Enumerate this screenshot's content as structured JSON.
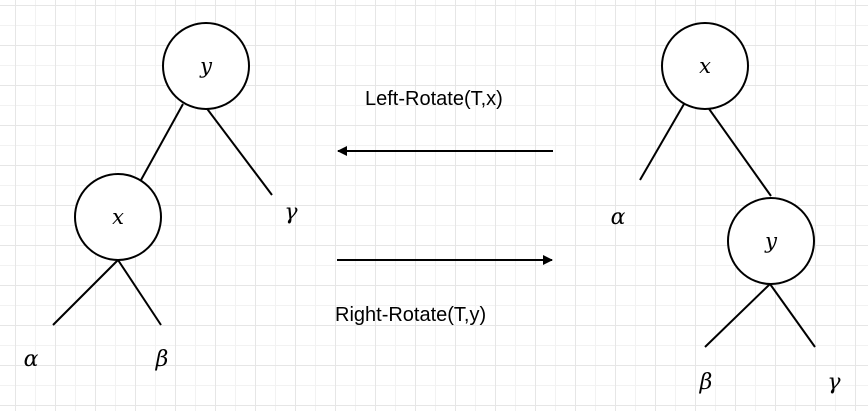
{
  "left_tree": {
    "root": "y",
    "child": "x",
    "subtrees": [
      "α",
      "β",
      "γ"
    ]
  },
  "right_tree": {
    "root": "x",
    "child": "y",
    "subtrees": [
      "α",
      "β",
      "γ"
    ]
  },
  "operations": {
    "left_rotate": "Left-Rotate(T,x)",
    "right_rotate": "Right-Rotate(T,y)"
  }
}
